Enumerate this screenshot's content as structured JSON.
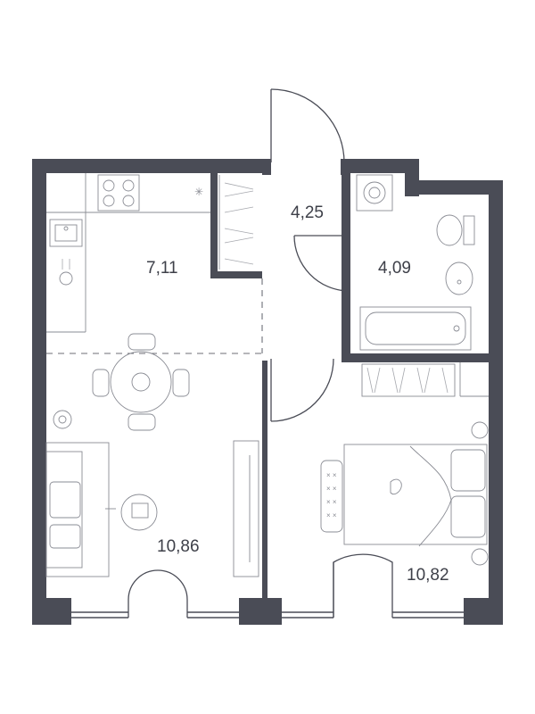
{
  "floor_plan": {
    "rooms": [
      {
        "id": "kitchen",
        "area": "7,11"
      },
      {
        "id": "hall",
        "area": "4,25"
      },
      {
        "id": "bathroom",
        "area": "4,09"
      },
      {
        "id": "living-room",
        "area": "10,86"
      },
      {
        "id": "bedroom",
        "area": "10,82"
      }
    ]
  },
  "colors": {
    "wall": "#4a4c56",
    "furniture": "#8a8c94",
    "background": "#ffffff"
  }
}
